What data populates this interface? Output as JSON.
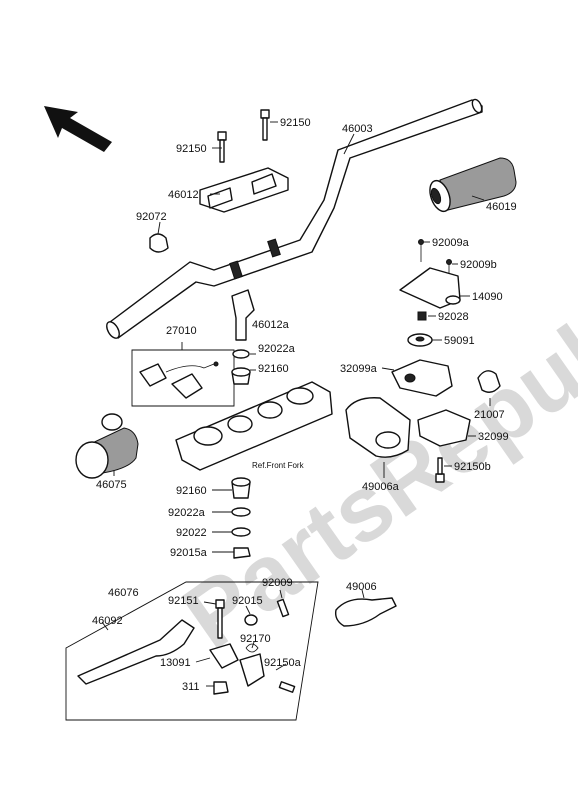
{
  "watermark": "PartsRepublik",
  "ref_note": "Ref.Front Fork",
  "labels": {
    "p92150_a": "92150",
    "p92150_b": "92150",
    "p46003": "46003",
    "p46012": "46012",
    "p92072": "92072",
    "p46019": "46019",
    "p92009a": "92009a",
    "p92009b": "92009b",
    "p14090": "14090",
    "p92028": "92028",
    "p59091": "59091",
    "p27010": "27010",
    "p46012a": "46012a",
    "p92022a_top": "92022a",
    "p92160_top": "92160",
    "p32099a": "32099a",
    "p21007": "21007",
    "p32099": "32099",
    "p46075": "46075",
    "p92150b": "92150b",
    "p49006a": "49006a",
    "p92160_bot": "92160",
    "p92022a_bot": "92022a",
    "p92022": "92022",
    "p92015a": "92015a",
    "p46076": "46076",
    "p92151": "92151",
    "p92015": "92015",
    "p92009": "92009",
    "p49006": "49006",
    "p46092": "46092",
    "p92170": "92170",
    "p13091": "13091",
    "p92150a": "92150a",
    "p311": "311"
  }
}
